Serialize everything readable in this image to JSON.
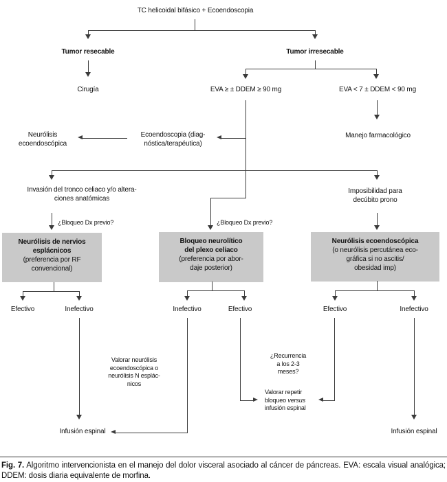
{
  "colors": {
    "line": "#3a3a3a",
    "box_fill": "#c9c9c9",
    "text": "#111111"
  },
  "title": "TC helicoidal bifásico + Ecoendoscopia",
  "nodes": {
    "tumor_resecable": "Tumor resecable",
    "tumor_irresecable": "Tumor irresecable",
    "cirugia": "Cirugía",
    "eva_high": "EVA ≥ ± DDEM ≥ 90 mg",
    "eva_low": "EVA < 7 ± DDEM < 90 mg",
    "neurolisis_eco": [
      "Neurólisis",
      "ecoendoscópica"
    ],
    "ecoendoscopia": [
      "Ecoendoscopia (diag-",
      "nóstica/terapéutica)"
    ],
    "manejo_farmacologico": "Manejo farmacológico",
    "invasion_tronco": [
      "Invasión del tronco celiaco y/o altera-",
      "ciones anatómicas"
    ],
    "imposibilidad": [
      "Imposibilidad para",
      "decúbito prono"
    ],
    "bloqueo_dx_1": "¿Bloqueo Dx previo?",
    "bloqueo_dx_2": "¿Bloqueo Dx previo?",
    "box_esplacnicos": {
      "bold": [
        "Neurólisis de nervios",
        "esplácnicos"
      ],
      "normal": [
        "(preferencia por RF",
        "convencional)"
      ]
    },
    "box_plexo": {
      "bold": [
        "Bloqueo neurolítico",
        "del plexo celiaco"
      ],
      "normal": [
        "(preferencia por abor-",
        "daje posterior)"
      ]
    },
    "box_eco": {
      "bold": [
        "Neurólisis ecoendoscópica"
      ],
      "normal": [
        "(o neurólisis percutánea eco-",
        "gráfica si no ascitis/",
        "obesidad imp)"
      ]
    },
    "outcomes": [
      "Efectivo",
      "Inefectivo",
      "Inefectivo",
      "Efectivo",
      "Efectivo",
      "Inefectivo"
    ],
    "valorar_neurolisis": [
      "Valorar neurólisis",
      "ecoendoscópica o",
      "neurólisis N esplác-",
      "nicos"
    ],
    "recurrencia": [
      "¿Recurrencia",
      "a los 2-3",
      "meses?"
    ],
    "valorar_repetir": {
      "line1": "Valorar repetir",
      "line2_pre": "bloqueo ",
      "line2_italic": "versus",
      "line3": "infusión espinal"
    },
    "infusion_espinal_left": "Infusión espinal",
    "infusion_espinal_right": "Infusión espinal"
  },
  "caption": {
    "label": "Fig. 7.",
    "text": "Algoritmo intervencionista en el manejo del dolor visceral asociado al cáncer de páncreas. EVA: escala visual analógica; DDEM: dosis diaria equivalente de morfina."
  }
}
